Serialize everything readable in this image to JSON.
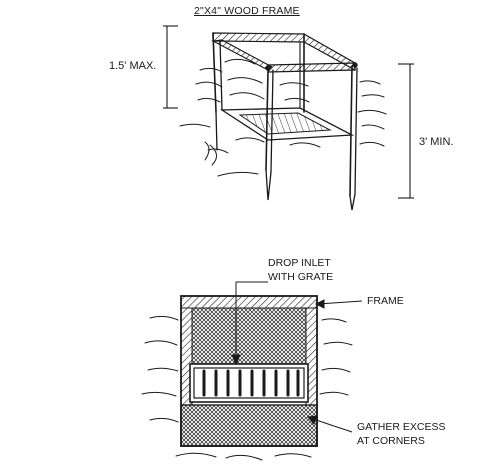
{
  "top_view": {
    "title": "2\"X4\" WOOD FRAME",
    "height_max": "1.5' MAX.",
    "depth_min": "3' MIN."
  },
  "plan_view": {
    "inlet_line1": "DROP INLET",
    "inlet_line2": "WITH GRATE",
    "frame_label": "FRAME",
    "gather_line1": "GATHER EXCESS",
    "gather_line2": "AT CORNERS"
  },
  "colors": {
    "ink": "#1a1a1a",
    "background": "#ffffff"
  }
}
